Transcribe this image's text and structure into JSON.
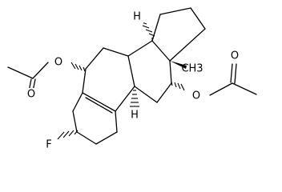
{
  "molecule": {
    "atom_labels": {
      "acetate_o_left": "O",
      "acetate_carbonyl_o_left": "O",
      "acetate_o_right": "O",
      "acetate_carbonyl_o_right": "O",
      "fluorine": "F",
      "hydrogen_top": "H",
      "hydrogen_mid": "H",
      "methyl": "CH3"
    },
    "colors": {
      "bond": "#000000",
      "background": "#ffffff"
    }
  }
}
